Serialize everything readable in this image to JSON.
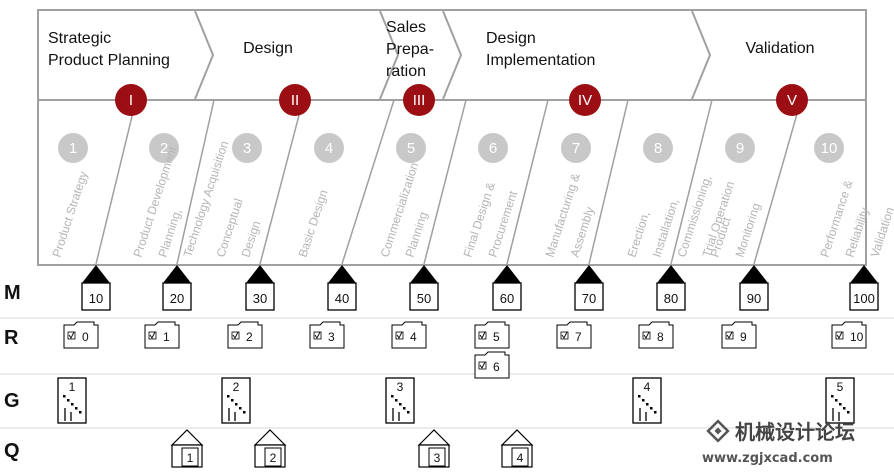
{
  "phases": [
    {
      "title": "Strategic Product Planning",
      "lines": [
        "Strategic",
        "Product Planning"
      ],
      "numeral": "I"
    },
    {
      "title": "Design",
      "lines": [
        "Design"
      ],
      "numeral": "II"
    },
    {
      "title": "Sales Preparation",
      "lines": [
        "Sales",
        "Prepa-",
        "ration"
      ],
      "numeral": "III"
    },
    {
      "title": "Design Implementation",
      "lines": [
        "Design",
        "Implementation"
      ],
      "numeral": "IV"
    },
    {
      "title": "Validation",
      "lines": [
        "Validation"
      ],
      "numeral": "V"
    }
  ],
  "steps": [
    {
      "number": "1",
      "lines": [
        "Product Strategy"
      ]
    },
    {
      "number": "2",
      "lines": [
        "Product Development",
        "Planning,",
        "Technology Acquisition"
      ]
    },
    {
      "number": "3",
      "lines": [
        "Conceptual",
        "Design"
      ]
    },
    {
      "number": "4",
      "lines": [
        "Basic Design"
      ]
    },
    {
      "number": "5",
      "lines": [
        "Commercialization",
        "Planning"
      ]
    },
    {
      "number": "6",
      "lines": [
        "Final Design  &",
        "Procurement"
      ]
    },
    {
      "number": "7",
      "lines": [
        "Manufacturing  &",
        "Assembly"
      ]
    },
    {
      "number": "8",
      "lines": [
        "Erection,",
        "Installation,",
        "Commissioning,",
        "Trial Operation"
      ]
    },
    {
      "number": "9",
      "lines": [
        "Product",
        "Monitoring"
      ]
    },
    {
      "number": "10",
      "lines": [
        "Performance &",
        "Reliability",
        "Validation"
      ]
    }
  ],
  "rows": {
    "M": {
      "label": "M",
      "items": [
        "10",
        "20",
        "30",
        "40",
        "50",
        "60",
        "70",
        "80",
        "90",
        "100"
      ]
    },
    "R": {
      "label": "R",
      "items": [
        {
          "step": 1,
          "value": "0"
        },
        {
          "step": 2,
          "value": "1"
        },
        {
          "step": 3,
          "value": "2"
        },
        {
          "step": 4,
          "value": "3"
        },
        {
          "step": 5,
          "value": "4"
        },
        {
          "step": 6,
          "value": "5"
        },
        {
          "step": 6,
          "value": "6",
          "stacked": true
        },
        {
          "step": 7,
          "value": "7"
        },
        {
          "step": 8,
          "value": "8"
        },
        {
          "step": 9,
          "value": "9"
        },
        {
          "step": 10,
          "value": "10"
        }
      ]
    },
    "G": {
      "label": "G",
      "items": [
        {
          "step": 1,
          "value": "1"
        },
        {
          "step": 3,
          "value": "2"
        },
        {
          "step": 5,
          "value": "3"
        },
        {
          "step": 8,
          "value": "4"
        },
        {
          "step": 10,
          "value": "5"
        }
      ]
    },
    "Q": {
      "label": "Q",
      "items": [
        {
          "step": 2,
          "value": "1"
        },
        {
          "step": 3,
          "value": "2"
        },
        {
          "step": 5,
          "value": "3"
        },
        {
          "step": 6,
          "value": "4"
        }
      ]
    }
  },
  "watermark": {
    "chinese": "机械设计论坛",
    "url": "www.zgjxcad.com"
  },
  "colors": {
    "phase_circle": "#9b0f14",
    "step_circle": "#c8c8c8",
    "frame": "#a0a0a0",
    "marker": "#000000"
  }
}
